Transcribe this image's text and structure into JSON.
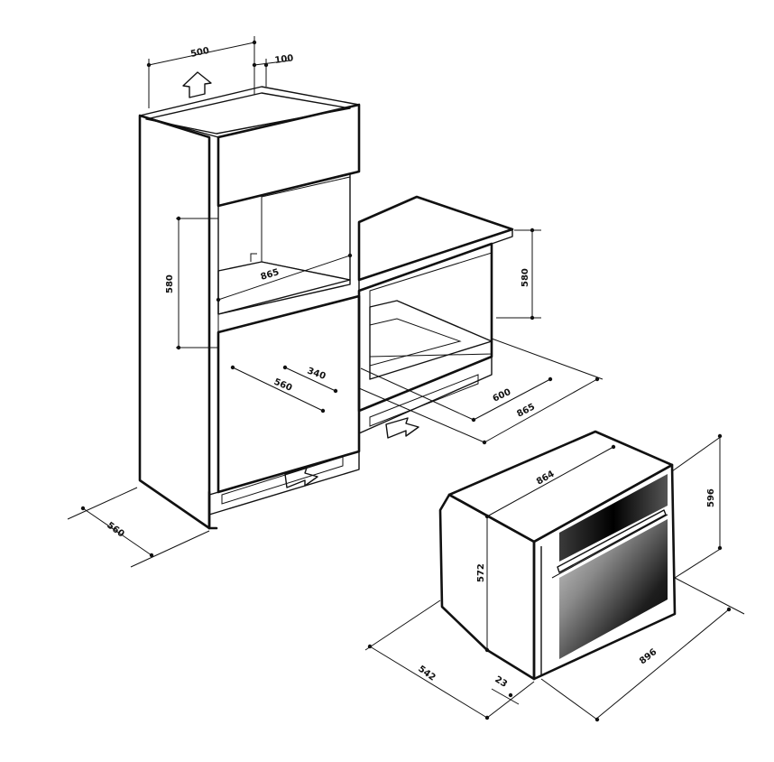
{
  "dimensions": {
    "cab_width_top": "500",
    "cab_offset_top": "100",
    "cab_niche_height": "580",
    "cab_niche_width": "865",
    "cab_vent": "340",
    "cab_depth_inner": "560",
    "cab_depth_side": "560",
    "under_niche_height": "580",
    "under_depth": "600",
    "under_width": "865",
    "oven_width": "864",
    "oven_front_height": "596",
    "oven_body_height": "572",
    "oven_front_width": "896",
    "oven_depth": "542",
    "oven_front_thickness": "23"
  },
  "icons": [
    "airflow-up-arrow-icon",
    "airflow-arrow-icon"
  ]
}
